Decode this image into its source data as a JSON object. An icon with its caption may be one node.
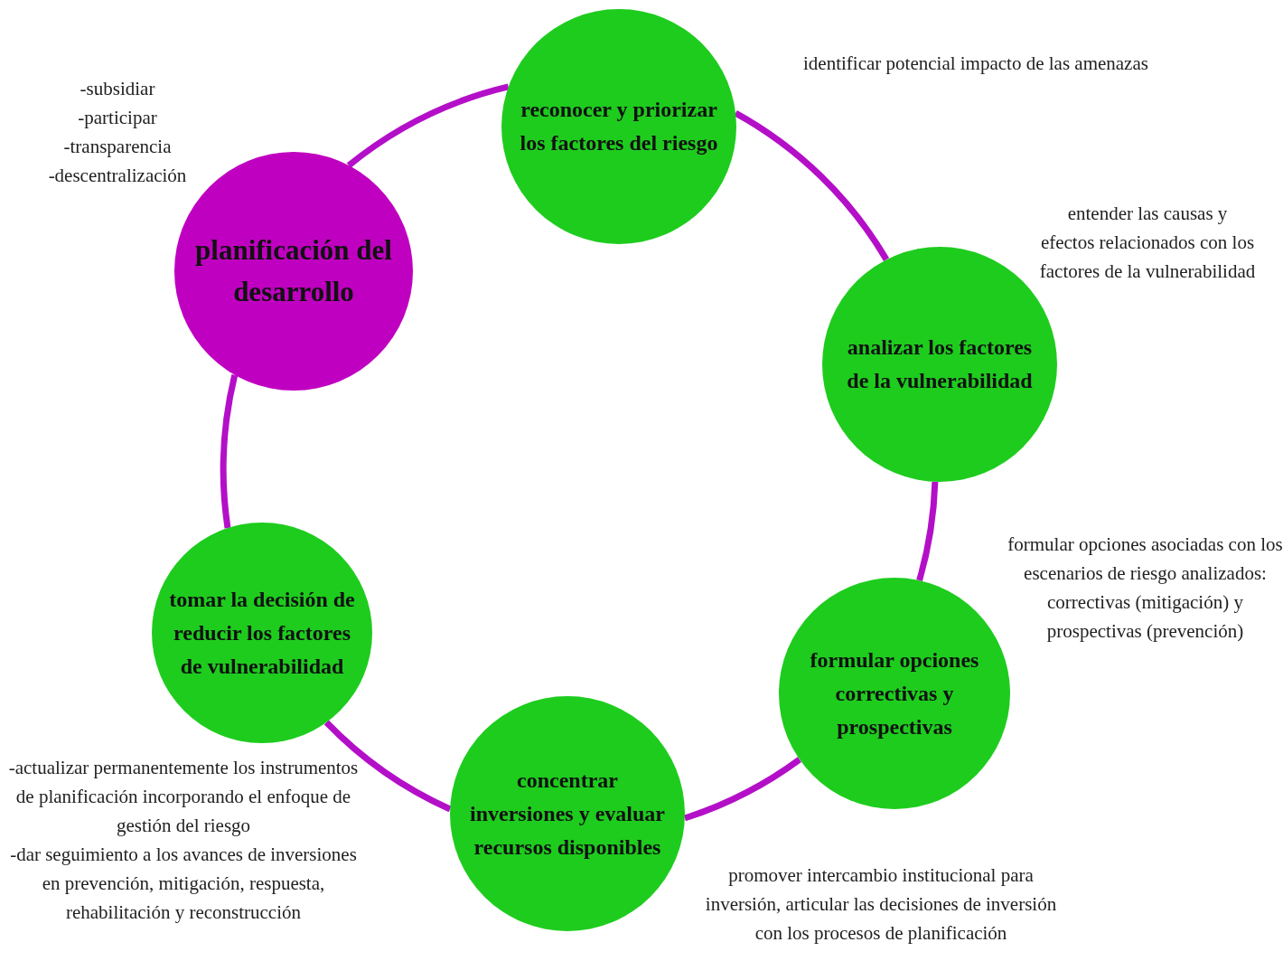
{
  "diagram": {
    "nodes": [
      {
        "text": [
          "planificación del desarrollo"
        ],
        "beside": [
          "-subsidiar",
          "-participar",
          "-transparencia",
          "-descentralización"
        ]
      },
      {
        "text": [
          "reconocer y priorizar los factores del riesgo"
        ],
        "beside": [
          "identificar potencial impacto de las amenazas"
        ]
      },
      {
        "text": [
          "analizar los factores de la vulnerabilidad"
        ],
        "beside": [
          "entender las causas y efectos relacionados con los factores de la vulnerabilidad"
        ]
      },
      {
        "text": [
          "formular opciones correctivas y prospectivas"
        ],
        "beside": [
          "formular opciones asociadas con los escenarios de riesgo analizados: correctivas (mitigación) y prospectivas (prevención)"
        ]
      },
      {
        "text": [
          "concentrar inversiones y evaluar recursos disponibles"
        ],
        "beside": [
          "promover intercambio institucional para inversión, articular las decisiones de inversión con los procesos de planificación"
        ]
      },
      {
        "text": [
          "tomar la decisión de reducir los factores de vulnerabilidad"
        ],
        "beside": [
          "-actualizar permanentemente los instrumentos de planificación incorporando el enfoque de gestión del riesgo",
          "-dar seguimiento a los avances de inversiones en prevención, mitigación, respuesta, rehabilitación y reconstrucción"
        ]
      }
    ],
    "edges": [
      {
        "from": 0,
        "to": 1,
        "arrow": "none"
      },
      {
        "from": 1,
        "to": 2,
        "arrow": "none"
      },
      {
        "from": 2,
        "to": 3,
        "arrow": "none"
      },
      {
        "from": 3,
        "to": 4,
        "arrow": "none"
      },
      {
        "from": 4,
        "to": 5,
        "arrow": "none"
      },
      {
        "from": 5,
        "to": 0,
        "arrow": "none"
      }
    ]
  }
}
